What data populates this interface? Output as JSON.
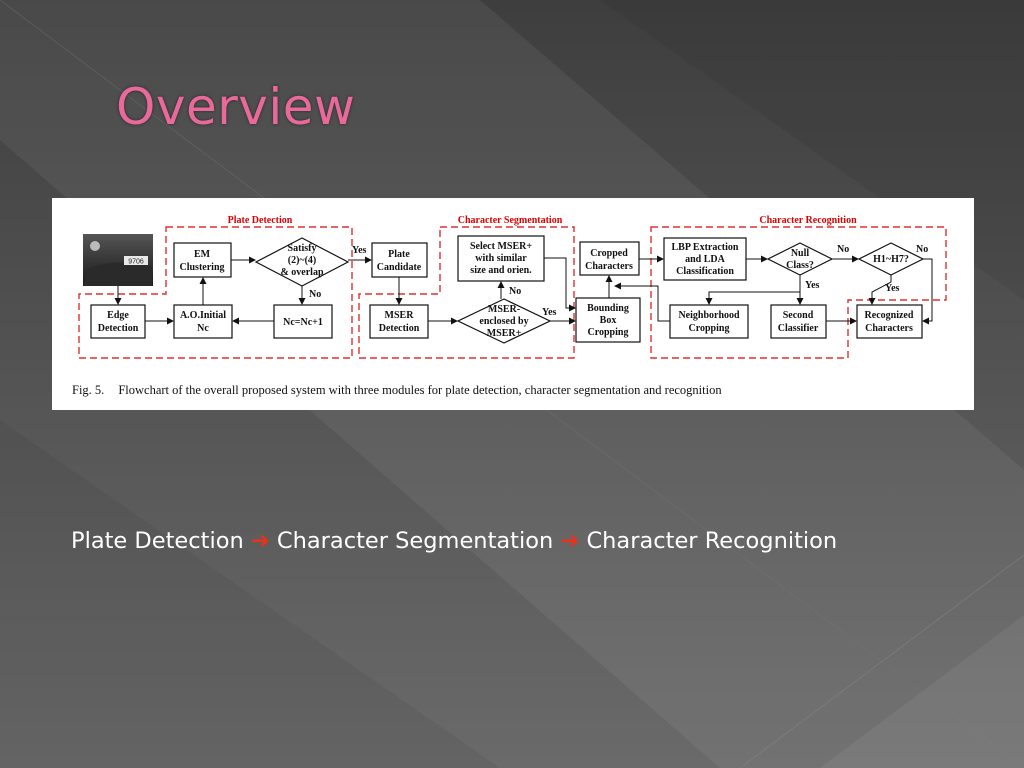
{
  "slide": {
    "title": "Overview",
    "subtitle_parts": [
      "Plate Detection",
      "Character Segmentation",
      "Character Recognition"
    ],
    "arrow_glyph": "➔",
    "colors": {
      "title": "#e8699a",
      "arrow": "#e8321a",
      "module_label": "#dd0000"
    }
  },
  "figure": {
    "modules": {
      "plate_detection": "Plate Detection",
      "character_segmentation": "Character Segmentation",
      "character_recognition": "Character Recognition"
    },
    "nodes": {
      "em_clustering": [
        "EM",
        "Clustering"
      ],
      "satisfy": [
        "Satisfy",
        "(2)~(4)",
        "& overlap"
      ],
      "plate_candidate": [
        "Plate",
        "Candidate"
      ],
      "edge_detection": [
        "Edge",
        "Detection"
      ],
      "ao_initial": [
        "A.O.Initial",
        "Nc"
      ],
      "nc_increment": "Nc=Nc+1",
      "mser_detection": [
        "MSER",
        "Detection"
      ],
      "select_mser": [
        "Select MSER+",
        "with similar",
        "size and orien."
      ],
      "mser_enclosed": [
        "MSER-",
        "enclosed by",
        "MSER+"
      ],
      "bounding_box": [
        "Bounding",
        "Box",
        "Cropping"
      ],
      "cropped_characters": [
        "Cropped",
        "Characters"
      ],
      "lbp_extraction": [
        "LBP Extraction",
        "and LDA",
        "Classification"
      ],
      "null_class": [
        "Null",
        "Class?"
      ],
      "h1_h7": "H1~H7?",
      "neighborhood_cropping": [
        "Neighborhood",
        "Cropping"
      ],
      "second_classifier": [
        "Second",
        "Classifier"
      ],
      "recognized_characters": [
        "Recognized",
        "Characters"
      ]
    },
    "edge_labels": {
      "yes": "Yes",
      "no": "No"
    },
    "plate_image_text": "9706",
    "caption_prefix": "Fig. 5.",
    "caption": "Flowchart of the overall proposed system with three modules for plate detection, character segmentation and recognition"
  }
}
